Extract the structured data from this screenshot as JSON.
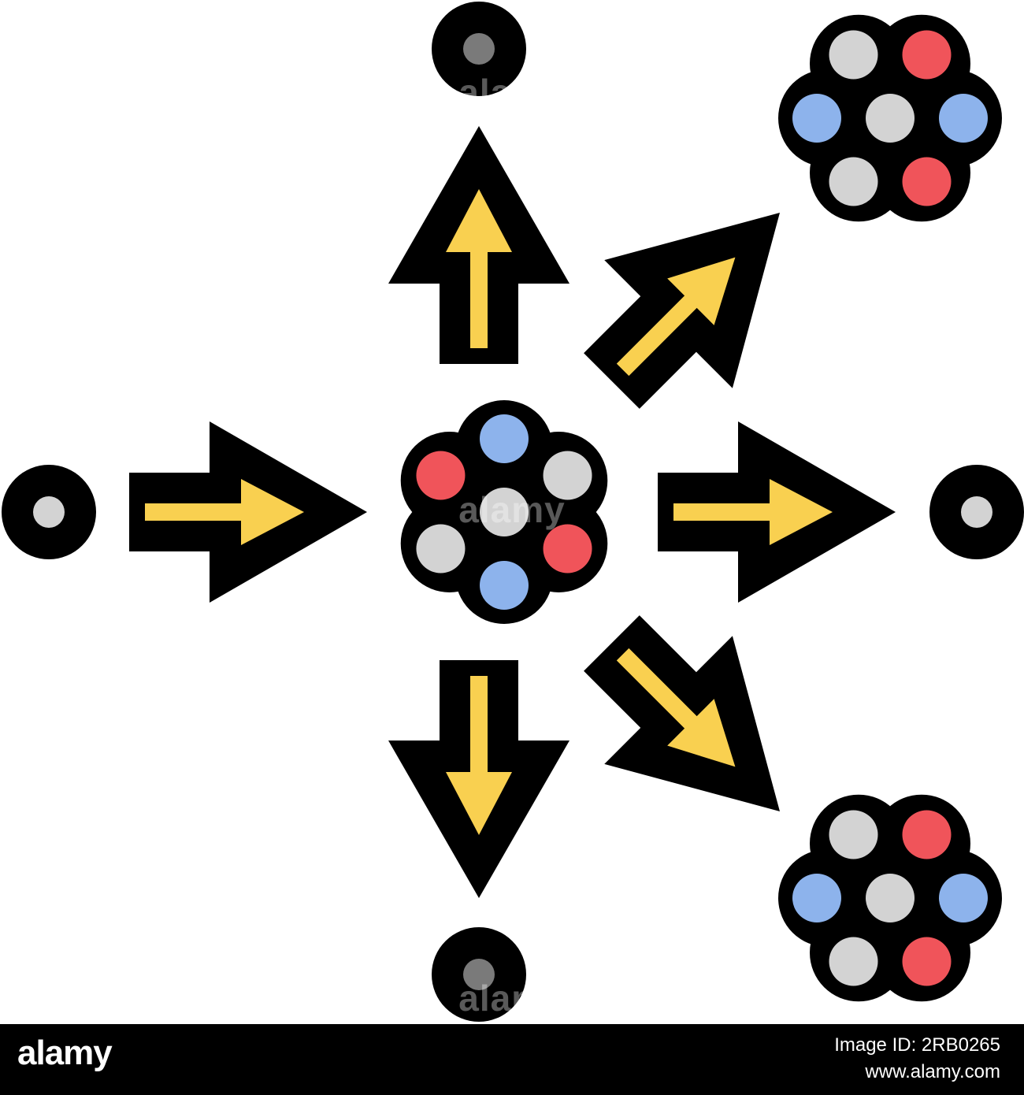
{
  "colors": {
    "outline": "#000000",
    "arrow_fill": "#f9d050",
    "red": "#f0545a",
    "blue": "#8db3ec",
    "light_gray": "#d3d3d3",
    "dark_gray": "#7a7a7a",
    "background": "#ffffff"
  },
  "nodes": {
    "central_nucleus": {
      "petals": [
        "blue",
        "light_gray",
        "red",
        "blue",
        "light_gray",
        "red"
      ],
      "center": "light_gray"
    },
    "fragment_top": {
      "petals": [
        "red",
        "blue",
        "red",
        "light_gray",
        "blue",
        "light_gray"
      ],
      "center": "light_gray"
    },
    "fragment_bottom": {
      "petals": [
        "red",
        "blue",
        "red",
        "light_gray",
        "blue",
        "light_gray"
      ],
      "center": "light_gray"
    },
    "incoming_neutron": {
      "core": "light_gray"
    },
    "released_particle_top": {
      "core": "dark_gray"
    },
    "released_particle_right": {
      "core": "light_gray"
    },
    "released_particle_bottom": {
      "core": "dark_gray"
    }
  },
  "arrows": [
    "incoming",
    "up",
    "up-right",
    "right",
    "down-right",
    "down"
  ],
  "watermark": "alamy",
  "footer": {
    "logo": "alamy",
    "image_id": "Image ID: 2RB0265",
    "site": "www.alamy.com"
  }
}
